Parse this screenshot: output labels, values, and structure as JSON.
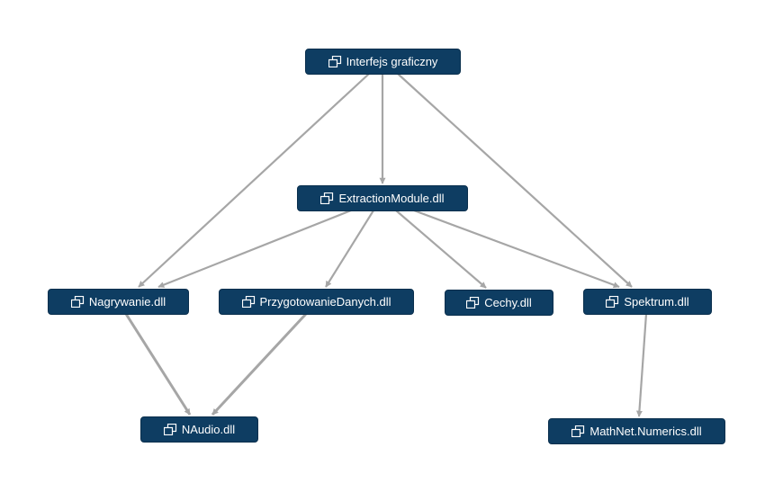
{
  "diagram": {
    "nodes": [
      {
        "id": "gui",
        "label": "Interfejs graficzny",
        "icon": "assembly-icon"
      },
      {
        "id": "extraction",
        "label": "ExtractionModule.dll",
        "icon": "assembly-icon"
      },
      {
        "id": "nagrywanie",
        "label": "Nagrywanie.dll",
        "icon": "assembly-icon"
      },
      {
        "id": "przygotowanie",
        "label": "PrzygotowanieDanych.dll",
        "icon": "assembly-icon"
      },
      {
        "id": "cechy",
        "label": "Cechy.dll",
        "icon": "assembly-icon"
      },
      {
        "id": "spektrum",
        "label": "Spektrum.dll",
        "icon": "assembly-icon"
      },
      {
        "id": "naudio",
        "label": "NAudio.dll",
        "icon": "assembly-icon"
      },
      {
        "id": "mathnet",
        "label": "MathNet.Numerics.dll",
        "icon": "assembly-icon"
      }
    ],
    "edges": [
      {
        "from": "gui",
        "to": "extraction"
      },
      {
        "from": "gui",
        "to": "nagrywanie"
      },
      {
        "from": "gui",
        "to": "spektrum"
      },
      {
        "from": "extraction",
        "to": "nagrywanie"
      },
      {
        "from": "extraction",
        "to": "przygotowanie"
      },
      {
        "from": "extraction",
        "to": "cechy"
      },
      {
        "from": "extraction",
        "to": "spektrum"
      },
      {
        "from": "nagrywanie",
        "to": "naudio"
      },
      {
        "from": "przygotowanie",
        "to": "naudio"
      },
      {
        "from": "spektrum",
        "to": "mathnet"
      }
    ],
    "colors": {
      "node_fill": "#0e3d62",
      "node_text": "#ffffff",
      "edge": "#a6a6a6"
    }
  }
}
